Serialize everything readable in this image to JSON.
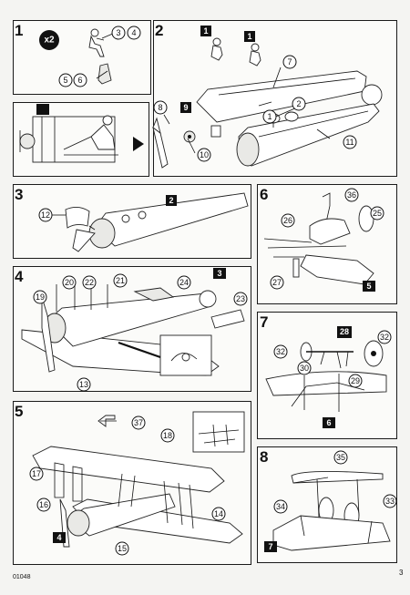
{
  "steps": {
    "s1": "1",
    "s2": "2",
    "s3": "3",
    "s4": "4",
    "s5": "5",
    "s6": "6",
    "s7": "7",
    "s8": "8"
  },
  "step1": {
    "qty": "x2",
    "callouts": [
      "3",
      "4",
      "5",
      "6"
    ]
  },
  "step2": {
    "callouts": [
      "1",
      "2",
      "7",
      "8",
      "1",
      "9",
      "10",
      "11"
    ],
    "refs": [
      "1"
    ]
  },
  "step3": {
    "callouts": [
      "12"
    ],
    "ref": "2"
  },
  "step4": {
    "callouts": [
      "19",
      "20",
      "22",
      "21",
      "24",
      "23",
      "13"
    ],
    "ref": "3"
  },
  "step5": {
    "callouts": [
      "37",
      "18",
      "17",
      "16",
      "14",
      "15"
    ],
    "ref": "4"
  },
  "step6": {
    "callouts": [
      "36",
      "26",
      "25",
      "27"
    ],
    "ref": "5"
  },
  "step7": {
    "callouts": [
      "32",
      "28",
      "32",
      "30",
      "29"
    ],
    "ref": "6"
  },
  "step8": {
    "callouts": [
      "35",
      "34",
      "33"
    ],
    "ref": "7"
  },
  "footer": {
    "code": "01048",
    "page": "3"
  }
}
